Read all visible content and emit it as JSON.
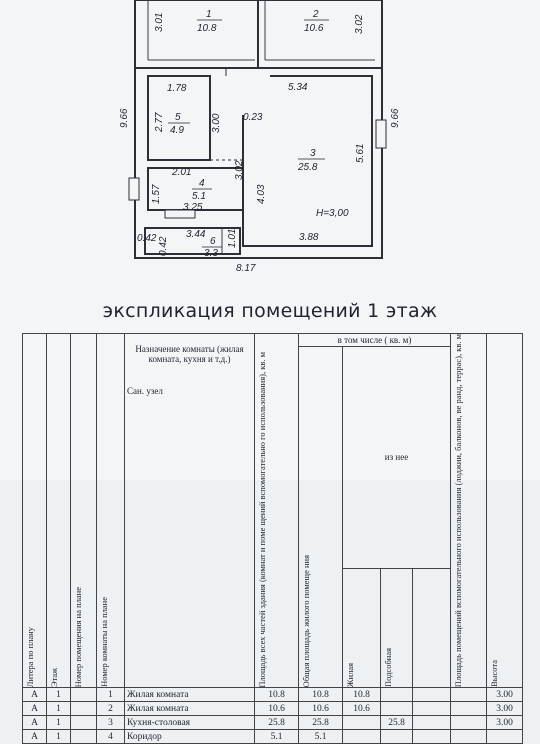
{
  "plan": {
    "rooms": [
      {
        "num": "1",
        "area": "10.8"
      },
      {
        "num": "2",
        "area": "10.6"
      },
      {
        "num": "3",
        "area": "25.8"
      },
      {
        "num": "4",
        "area": "5.1"
      },
      {
        "num": "5",
        "area": "4.9"
      },
      {
        "num": "6",
        "area": "3.3"
      }
    ],
    "dims": {
      "d301": "3.01",
      "d302": "3.02",
      "d178": "1.78",
      "d534": "5.34",
      "d966l": "9.66",
      "d966r": "9.66",
      "d277": "2.77",
      "d300": "3.00",
      "d023": "0.23",
      "d561": "5.61",
      "d201": "2.01",
      "d302b": "3.02",
      "d403": "4.03",
      "d157": "1.57",
      "d325": "3.25",
      "d344": "3.44",
      "d101": "1.01",
      "d042a": "0.42",
      "d042b": "0.42",
      "d388": "3.88",
      "d817": "8.17",
      "height": "H=3,00"
    }
  },
  "heading": "экспликация помещений 1 этаж",
  "table": {
    "headers": {
      "litera": "Литера по плану",
      "etazh": "Этаж",
      "nom_pom": "Номер помещения на плане",
      "nom_komn": "Номер комнаты на плане",
      "naznach": "Назначение комнаты (жилая комната, кухня и т.д.)",
      "sanuzel": "Сан. узел",
      "pl_vseh": "Площадь всех частей здания (комнат и поме щений вспомогательно го использования), кв. м",
      "v_tom": "в том числе ( кв. м)",
      "obsh": "Общая площадь жилого помеще ния",
      "iz_nee": "из нее",
      "zhil": "Жилая",
      "podsob": "Подсобная",
      "lodzh": "Площадь помещений вспомогательного использования (лоджии, балконов, ве ранд, террас), кв. м",
      "vys": "Высота"
    },
    "rows": [
      {
        "a": "А",
        "e": "1",
        "p": "",
        "k": "1",
        "name": "Жилая комната",
        "s": "10.8",
        "o": "10.8",
        "z": "10.8",
        "pd": "",
        "lg": "",
        "h": "3.00"
      },
      {
        "a": "А",
        "e": "1",
        "p": "",
        "k": "2",
        "name": "Жилая комната",
        "s": "10.6",
        "o": "10.6",
        "z": "10.6",
        "pd": "",
        "lg": "",
        "h": "3.00"
      },
      {
        "a": "А",
        "e": "1",
        "p": "",
        "k": "3",
        "name": "Кухня-столовая",
        "s": "25.8",
        "o": "25.8",
        "z": "",
        "pd": "25.8",
        "lg": "",
        "h": "3.00"
      },
      {
        "a": "А",
        "e": "1",
        "p": "",
        "k": "4",
        "name": "Коридор",
        "s": "5.1",
        "o": "5.1",
        "z": "",
        "pd": "",
        "lg": "",
        "h": ""
      }
    ]
  }
}
